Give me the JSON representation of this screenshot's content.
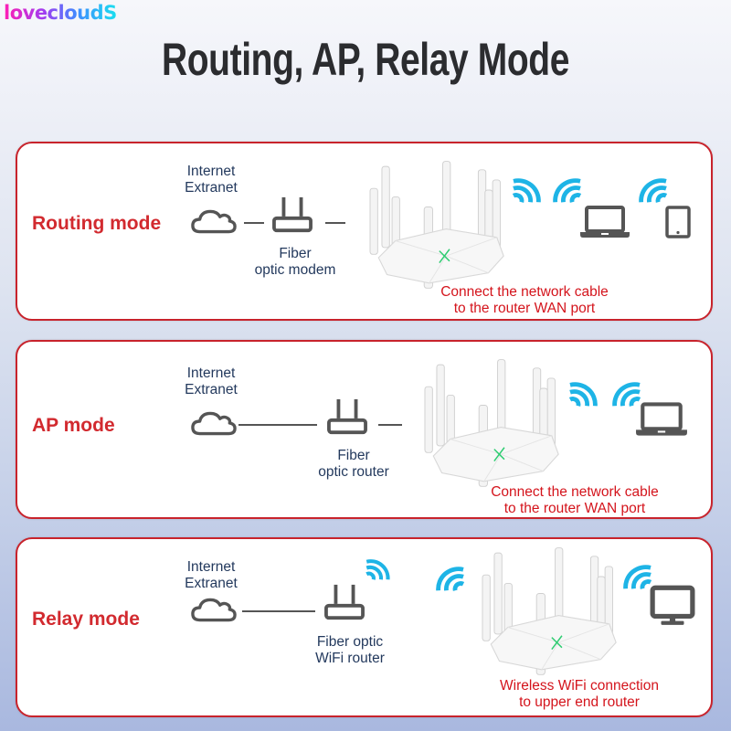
{
  "brand": "lovecloudS",
  "title": "Routing, AP, Relay Mode",
  "colors": {
    "accent_red": "#d22a2f",
    "label_navy": "#23395d",
    "wifi_blue": "#1eb4e6",
    "icon_gray": "#555555"
  },
  "panels": [
    {
      "mode": "Routing mode",
      "source_label": [
        "Internet",
        "Extranet"
      ],
      "device_label": [
        "Fiber",
        "optic modem"
      ],
      "note": [
        "Connect the network cable",
        "to the router WAN port"
      ],
      "icons": [
        "cloud-icon",
        "modem-icon",
        "router-image",
        "wifi-icon",
        "wifi-icon",
        "laptop-icon",
        "wifi-icon",
        "tablet-icon"
      ]
    },
    {
      "mode": "AP mode",
      "source_label": [
        "Internet",
        "Extranet"
      ],
      "device_label": [
        "Fiber",
        "optic router"
      ],
      "note": [
        "Connect the network cable",
        "to the router WAN port"
      ],
      "icons": [
        "cloud-icon",
        "router-icon",
        "router-image",
        "wifi-icon",
        "wifi-icon",
        "laptop-icon"
      ]
    },
    {
      "mode": "Relay mode",
      "source_label": [
        "Internet",
        "Extranet"
      ],
      "device_label": [
        "Fiber optic",
        "WiFi router"
      ],
      "note": [
        "Wireless WiFi connection",
        "to upper end router"
      ],
      "icons": [
        "cloud-icon",
        "router-icon",
        "wifi-icon",
        "wifi-icon",
        "router-image",
        "wifi-icon",
        "monitor-icon"
      ]
    }
  ]
}
